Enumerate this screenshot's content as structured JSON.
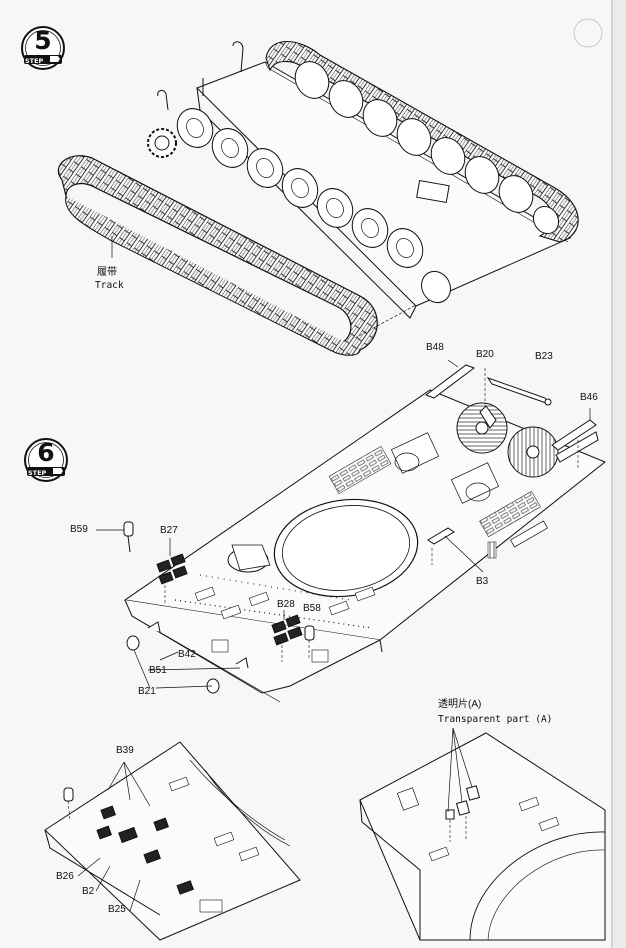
{
  "steps": [
    {
      "number": "5",
      "word": "STEP"
    },
    {
      "number": "6",
      "word": "STEP"
    }
  ],
  "step5": {
    "track_cn": "履带",
    "track_en": "Track"
  },
  "step6": {
    "parts": {
      "b48": "B48",
      "b20": "B20",
      "b23": "B23",
      "b46": "B46",
      "b3": "B3",
      "b59": "B59",
      "b27": "B27",
      "b28": "B28",
      "b58": "B58",
      "b42": "B42",
      "b51": "B51",
      "b21": "B21"
    }
  },
  "detail": {
    "parts": {
      "b39": "B39",
      "b26": "B26",
      "b2": "B2",
      "b25": "B25"
    },
    "transparent_cn": "透明片(A)",
    "transparent_en": "Transparent part (A)"
  }
}
